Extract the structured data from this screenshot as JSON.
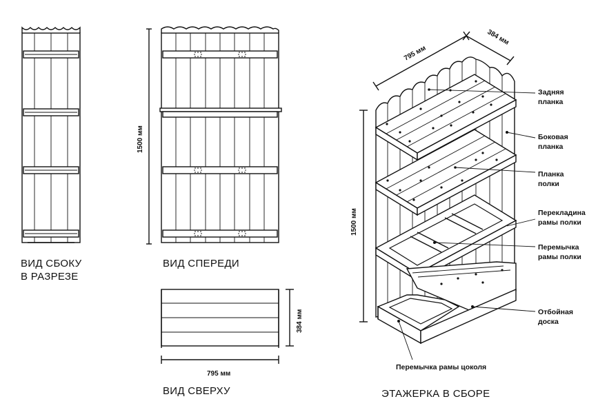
{
  "views": {
    "side_section": {
      "caption_line1": "ВИД СБОКУ",
      "caption_line2": "В РАЗРЕЗЕ"
    },
    "front": {
      "caption": "ВИД СПЕРЕДИ",
      "height_label": "1500 мм"
    },
    "top": {
      "caption": "ВИД СВЕРХУ",
      "width_label": "795 мм",
      "depth_label": "384 мм"
    },
    "assembled": {
      "caption": "ЭТАЖЕРКА В СБОРЕ",
      "width_label": "795 мм",
      "depth_label": "384 мм",
      "height_label": "1500 мм"
    }
  },
  "callouts": {
    "back_plank": "Задняя планка",
    "side_plank": "Боковая планка",
    "shelf_plank": "Планка полки",
    "frame_crossbar": "Перекладина рамы полки",
    "frame_jumper": "Перемычка рамы полки",
    "kick_board": "Отбойная доска",
    "base_jumper": "Перемычка рамы цоколя"
  }
}
